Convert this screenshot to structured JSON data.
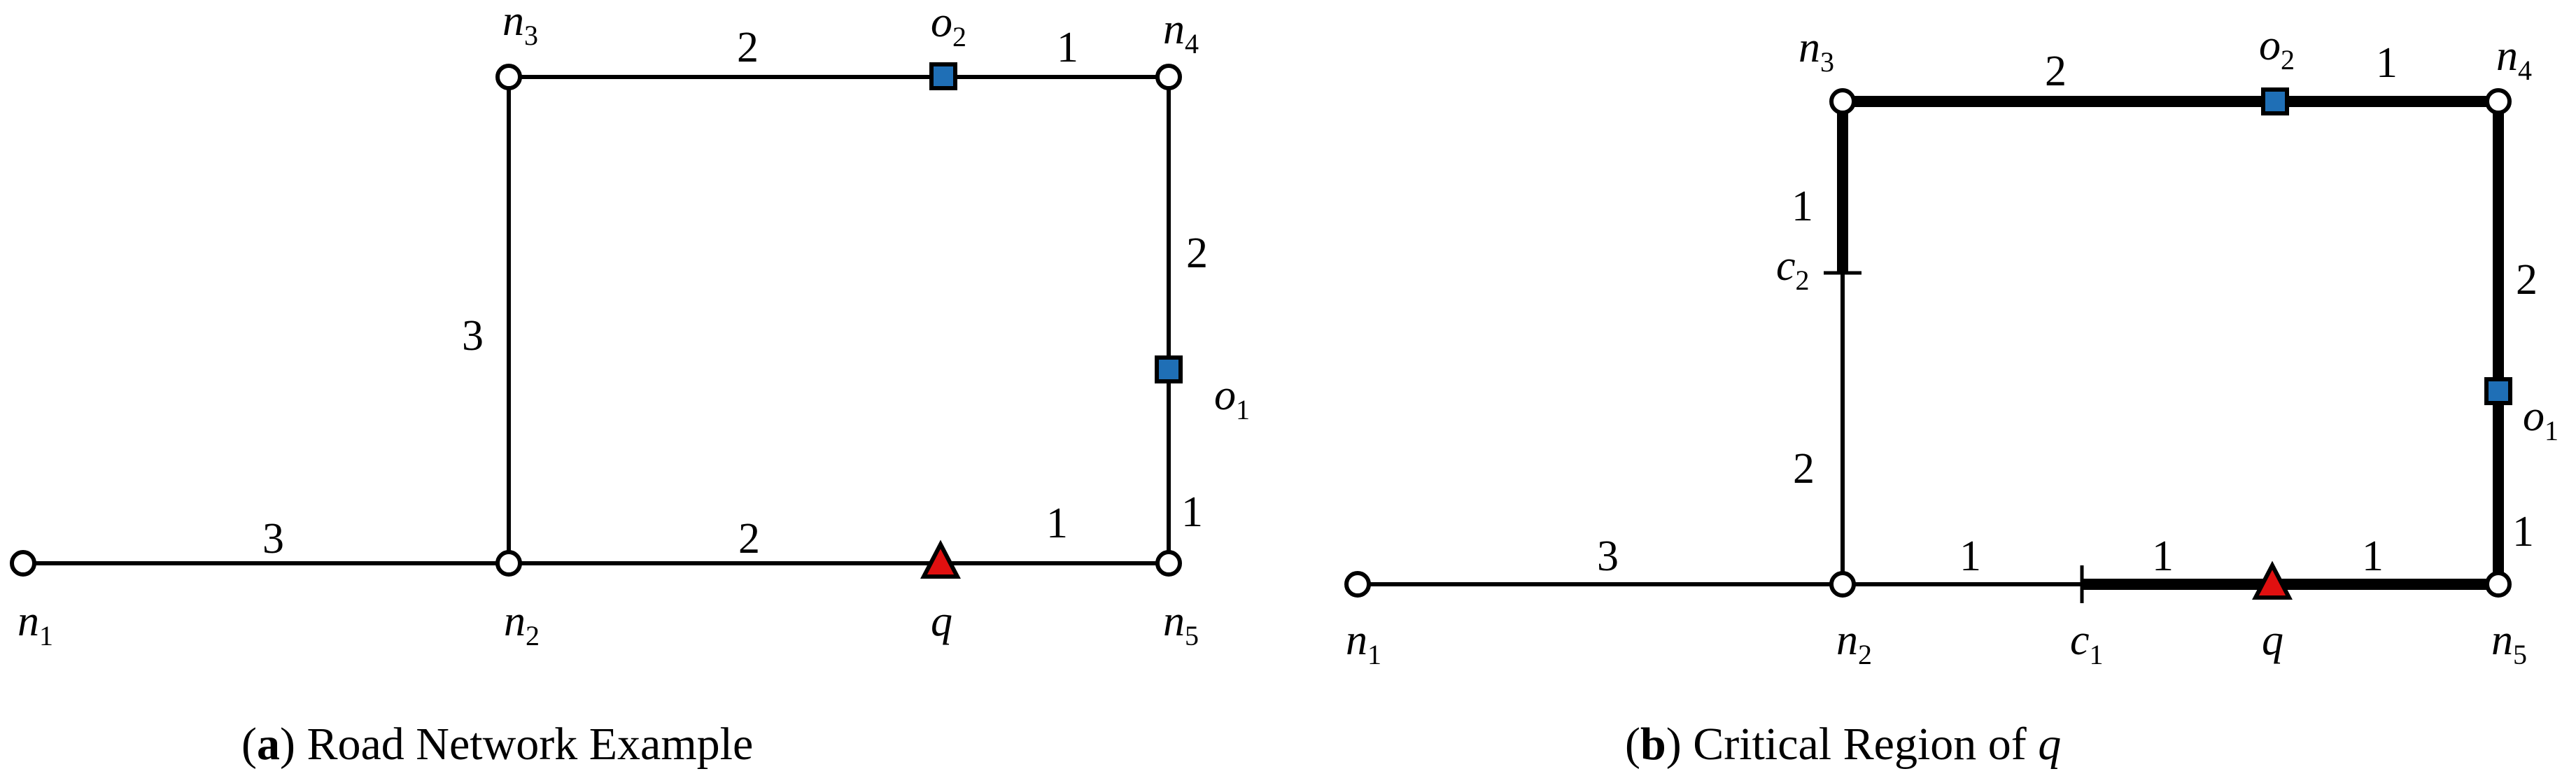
{
  "colors": {
    "object": "#1f6fb6",
    "query": "#e01010",
    "node_fill": "#ffffff",
    "edge": "#000000"
  },
  "panel_a": {
    "caption_tag": "a",
    "caption_text": "Road Network Example",
    "nodes": {
      "n1": {
        "base": "n",
        "sub": "1"
      },
      "n2": {
        "base": "n",
        "sub": "2"
      },
      "n3": {
        "base": "n",
        "sub": "3"
      },
      "n4": {
        "base": "n",
        "sub": "4"
      },
      "n5": {
        "base": "n",
        "sub": "5"
      }
    },
    "objects": {
      "o1": {
        "base": "o",
        "sub": "1"
      },
      "o2": {
        "base": "o",
        "sub": "2"
      }
    },
    "query": "q",
    "weights": {
      "n1_n2": "3",
      "n2_q": "2",
      "q_n5": "1",
      "n5_o1": "1",
      "o1_n4": "2",
      "n3_o2": "2",
      "o2_n4": "1",
      "n2_n3": "3"
    }
  },
  "panel_b": {
    "caption_tag": "b",
    "caption_text": "Critical Region of ",
    "caption_var": "q",
    "nodes": {
      "n1": {
        "base": "n",
        "sub": "1"
      },
      "n2": {
        "base": "n",
        "sub": "2"
      },
      "n3": {
        "base": "n",
        "sub": "3"
      },
      "n4": {
        "base": "n",
        "sub": "4"
      },
      "n5": {
        "base": "n",
        "sub": "5"
      }
    },
    "objects": {
      "o1": {
        "base": "o",
        "sub": "1"
      },
      "o2": {
        "base": "o",
        "sub": "2"
      }
    },
    "cuts": {
      "c1": {
        "base": "c",
        "sub": "1"
      },
      "c2": {
        "base": "c",
        "sub": "2"
      }
    },
    "query": "q",
    "weights": {
      "n1_n2": "3",
      "n2_c1": "1",
      "c1_q": "1",
      "q_n5": "1",
      "n5_o1": "1",
      "o1_n4": "2",
      "n3_o2": "2",
      "o2_n4": "1",
      "n3_c2": "1",
      "c2_n2": "2"
    }
  }
}
